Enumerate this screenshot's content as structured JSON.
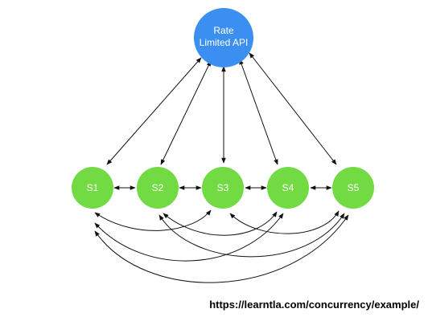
{
  "api": {
    "line1": "Rate",
    "line2": "Limited API"
  },
  "servers": [
    "S1",
    "S2",
    "S3",
    "S4",
    "S5"
  ],
  "url": "https://learntla.com/concurrency/example/",
  "colors": {
    "api": "#3b8ff0",
    "server": "#72da42",
    "edge": "#111111",
    "text": "#000000"
  }
}
